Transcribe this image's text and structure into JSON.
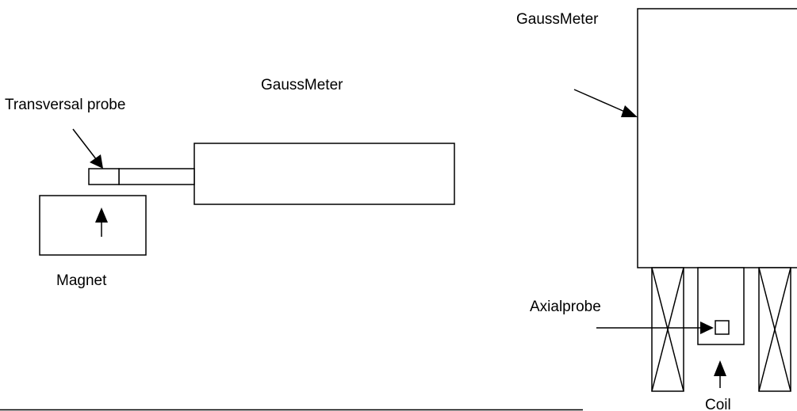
{
  "left_setup": {
    "meter_label": "GaussMeter",
    "probe_label": "Transversal probe",
    "magnet_label": "Magnet"
  },
  "right_setup": {
    "meter_label": "GaussMeter",
    "probe_label": "Axialprobe",
    "coil_label": "Coil"
  }
}
